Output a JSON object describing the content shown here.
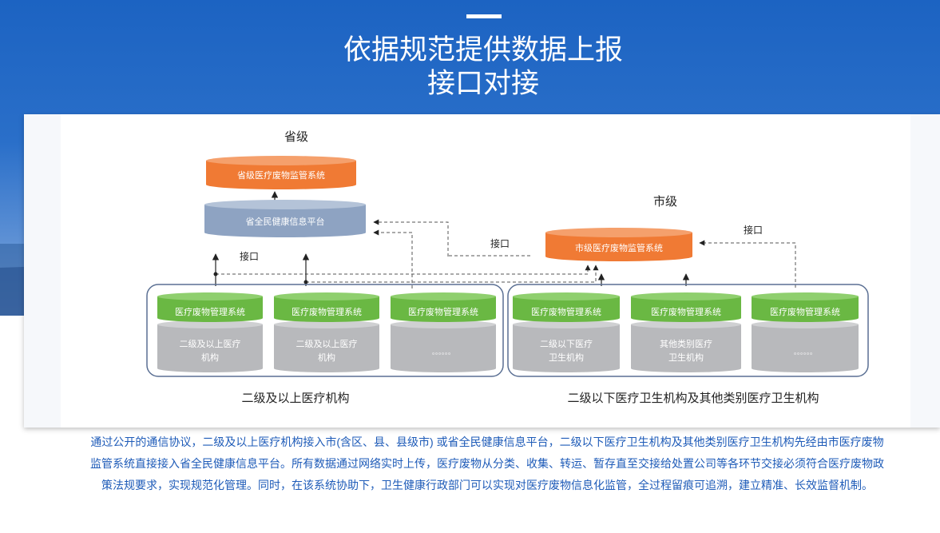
{
  "title": {
    "line1": "依据规范提供数据上报",
    "line2": "接口对接"
  },
  "diagram": {
    "province_label": "省级",
    "city_label": "市级",
    "province_system": "省级医疗废物监管系统",
    "province_platform": "省全民健康信息平台",
    "city_system": "市级医疗废物监管系统",
    "interface_labels": [
      "接口",
      "接口",
      "接口"
    ],
    "left_group": {
      "caption": "二级及以上医疗机构",
      "units": [
        {
          "top": "医疗废物管理系统",
          "bottom": [
            "二级及以上医疗",
            "机构"
          ]
        },
        {
          "top": "医疗废物管理系统",
          "bottom": [
            "二级及以上医疗",
            "机构"
          ]
        },
        {
          "top": "医疗废物管理系统",
          "bottom": [
            "。。。。。。"
          ]
        }
      ]
    },
    "right_group": {
      "caption": "二级以下医疗卫生机构及其他类别医疗卫生机构",
      "units": [
        {
          "top": "医疗废物管理系统",
          "bottom": [
            "二级以下医疗",
            "卫生机构"
          ]
        },
        {
          "top": "医疗废物管理系统",
          "bottom": [
            "其他类别医疗",
            "卫生机构"
          ]
        },
        {
          "top": "医疗废物管理系统",
          "bottom": [
            "。。。。。。"
          ]
        }
      ]
    }
  },
  "description": "通过公开的通信协议，二级及以上医疗机构接入市(含区、县、县级市) 或省全民健康信息平台，二级以下医疗卫生机构及其他类别医疗卫生机构先经由市医疗废物监管系统直接接入省全民健康信息平台。所有数据通过网络实时上传，医疗废物从分类、收集、转运、暂存直至交接给处置公司等各环节交接必须符合医疗废物政策法规要求，实现规范化管理。同时，在该系统协助下，卫生健康行政部门可以实现对医疗废物信息化监管，全过程留痕可追溯，建立精准、长效监督机制。",
  "colors": {
    "orange": "#f07a34",
    "green": "#6ab843",
    "gray": "#b8b9bc",
    "blue_gray": "#8ea3c2",
    "brand_blue": "#1e5bb8"
  }
}
